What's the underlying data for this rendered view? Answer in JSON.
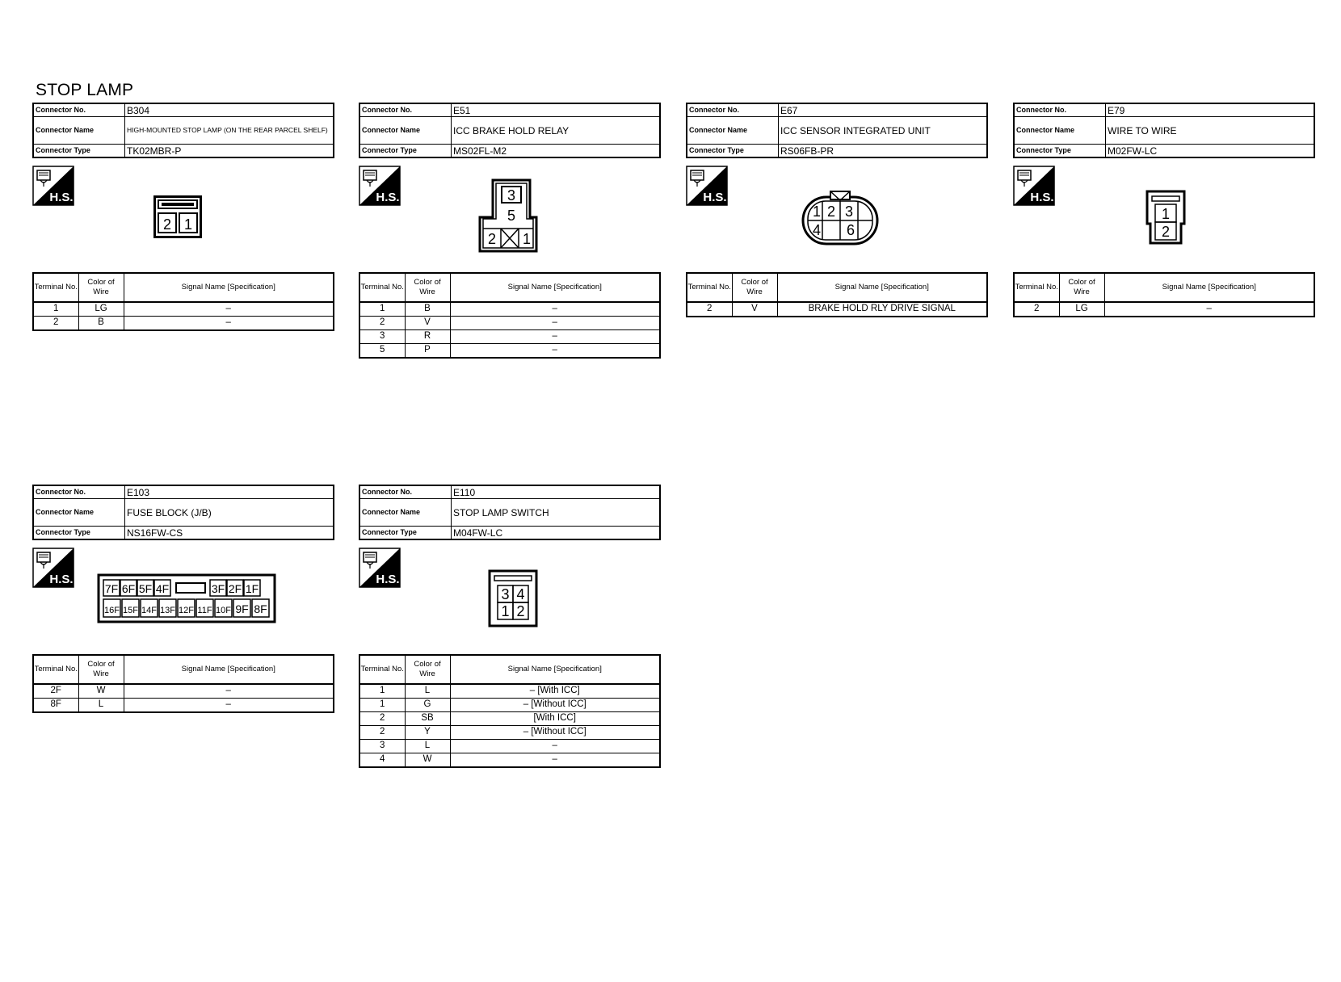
{
  "page_title": "STOP LAMP",
  "labels": {
    "connector_no": "Connector No.",
    "connector_name": "Connector Name",
    "connector_type": "Connector Type",
    "terminal_no": "Terminal No.",
    "color_of_wire": "Color of Wire",
    "signal_name": "Signal Name [Specification]",
    "hs": "H.S."
  },
  "connectors": [
    {
      "no": "B304",
      "name": "HIGH-MOUNTED STOP LAMP (ON THE REAR PARCEL SHELF)",
      "type": "TK02MBR-P",
      "terminals": [
        {
          "terminal": "1",
          "color": "LG",
          "signal": "–"
        },
        {
          "terminal": "2",
          "color": "B",
          "signal": "–"
        }
      ],
      "pins": [
        "2",
        "1"
      ]
    },
    {
      "no": "E51",
      "name": "ICC BRAKE HOLD RELAY",
      "type": "MS02FL-M2",
      "terminals": [
        {
          "terminal": "1",
          "color": "B",
          "signal": "–"
        },
        {
          "terminal": "2",
          "color": "V",
          "signal": "–"
        },
        {
          "terminal": "3",
          "color": "R",
          "signal": "–"
        },
        {
          "terminal": "5",
          "color": "P",
          "signal": "–"
        }
      ],
      "pins": [
        "3",
        "5",
        "2",
        "1"
      ]
    },
    {
      "no": "E67",
      "name": "ICC SENSOR INTEGRATED UNIT",
      "type": "RS06FB-PR",
      "terminals": [
        {
          "terminal": "2",
          "color": "V",
          "signal": "BRAKE HOLD RLY DRIVE SIGNAL"
        }
      ],
      "pins": [
        "1",
        "2",
        "3",
        "4",
        "6"
      ]
    },
    {
      "no": "E79",
      "name": "WIRE TO WIRE",
      "type": "M02FW-LC",
      "terminals": [
        {
          "terminal": "2",
          "color": "LG",
          "signal": "–"
        }
      ],
      "pins": [
        "1",
        "2"
      ]
    },
    {
      "no": "E103",
      "name": "FUSE BLOCK (J/B)",
      "type": "NS16FW-CS",
      "terminals": [
        {
          "terminal": "2F",
          "color": "W",
          "signal": "–"
        },
        {
          "terminal": "8F",
          "color": "L",
          "signal": "–"
        }
      ],
      "pins_top": [
        "7F",
        "6F",
        "5F",
        "4F",
        "3F",
        "2F",
        "1F"
      ],
      "pins_bottom": [
        "16F",
        "15F",
        "14F",
        "13F",
        "12F",
        "11F",
        "10F",
        "9F",
        "8F"
      ]
    },
    {
      "no": "E110",
      "name": "STOP LAMP SWITCH",
      "type": "M04FW-LC",
      "terminals": [
        {
          "terminal": "1",
          "color": "L",
          "signal": "– [With ICC]"
        },
        {
          "terminal": "1",
          "color": "G",
          "signal": "– [Without ICC]"
        },
        {
          "terminal": "2",
          "color": "SB",
          "signal": "[With ICC]"
        },
        {
          "terminal": "2",
          "color": "Y",
          "signal": "– [Without ICC]"
        },
        {
          "terminal": "3",
          "color": "L",
          "signal": "–"
        },
        {
          "terminal": "4",
          "color": "W",
          "signal": "–"
        }
      ],
      "pins": [
        "3",
        "4",
        "1",
        "2"
      ]
    }
  ]
}
